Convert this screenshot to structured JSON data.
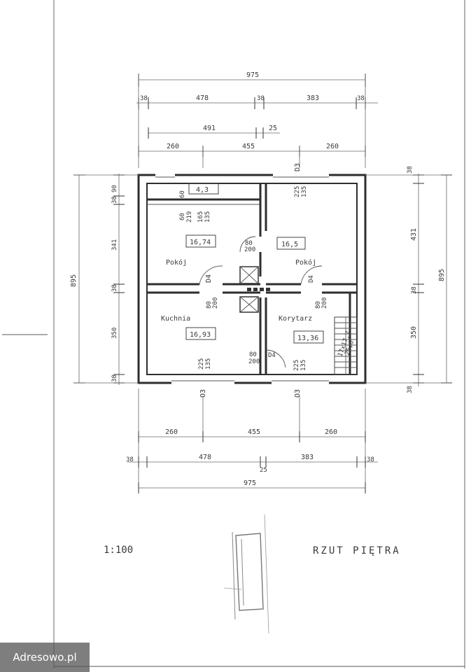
{
  "outer_dimensions": {
    "total": "975",
    "left_margin": "38",
    "left_span": "478",
    "wall_mid": "38",
    "right_span": "383",
    "right_margin": "38",
    "dim_491": "491",
    "dim_25": "25",
    "axis_left": "260",
    "axis_mid": "455",
    "axis_right": "260",
    "bottom_left_margin": "38",
    "bottom_left_span": "478",
    "bottom_mid": "25",
    "bottom_right_span": "383",
    "bottom_right_margin": "38",
    "bottom_total": "975",
    "bottom_axis_left": "260",
    "bottom_axis_mid": "455",
    "bottom_axis_right": "260"
  },
  "vertical_left": {
    "total": "895",
    "top": "90",
    "wall1": "38",
    "upper": "341",
    "wall2": "38",
    "lower": "350",
    "wall3": "38"
  },
  "vertical_right": {
    "total": "895",
    "top": "38",
    "upper": "431",
    "wall": "38",
    "lower": "350",
    "bottom": "38"
  },
  "rooms": {
    "bath_area": "4,3",
    "pokoj_left_label": "Pokój",
    "pokoj_left_area": "16,74",
    "pokoj_right_label": "Pokój",
    "pokoj_right_area": "16,5",
    "kuchnia_label": "Kuchnia",
    "kuchnia_area": "16,93",
    "korytarz_label": "Korytarz",
    "korytarz_area": "13,36"
  },
  "openings": {
    "d3_top": "D3",
    "d3_bottom_left": "O3",
    "d3_bottom_right": "O3",
    "d4_center": "D4",
    "d4_bottom": "D4",
    "d4_right": "D4",
    "win_top_right_a": "225",
    "win_top_right_b": "135",
    "win_bottom_left_a": "225",
    "win_bottom_left_b": "135",
    "win_bottom_right_a": "225",
    "win_bottom_right_b": "135",
    "door_80_a": "80",
    "door_200_a": "200",
    "door_80_b": "80",
    "door_200_b": "200",
    "door_80_c": "80",
    "door_200_c": "200",
    "door_80_d": "80",
    "door_200_d": "200",
    "bath_v1": "60",
    "bath_v2": "219",
    "bath_v3": "165",
    "bath_v4": "135",
    "bath_v5": "60"
  },
  "stairs": {
    "label": "17x17,7",
    "label2": "25,6"
  },
  "footer": {
    "scale": "1:100",
    "title": "RZUT PIĘTRA"
  },
  "watermark": "Adresowo.pl"
}
